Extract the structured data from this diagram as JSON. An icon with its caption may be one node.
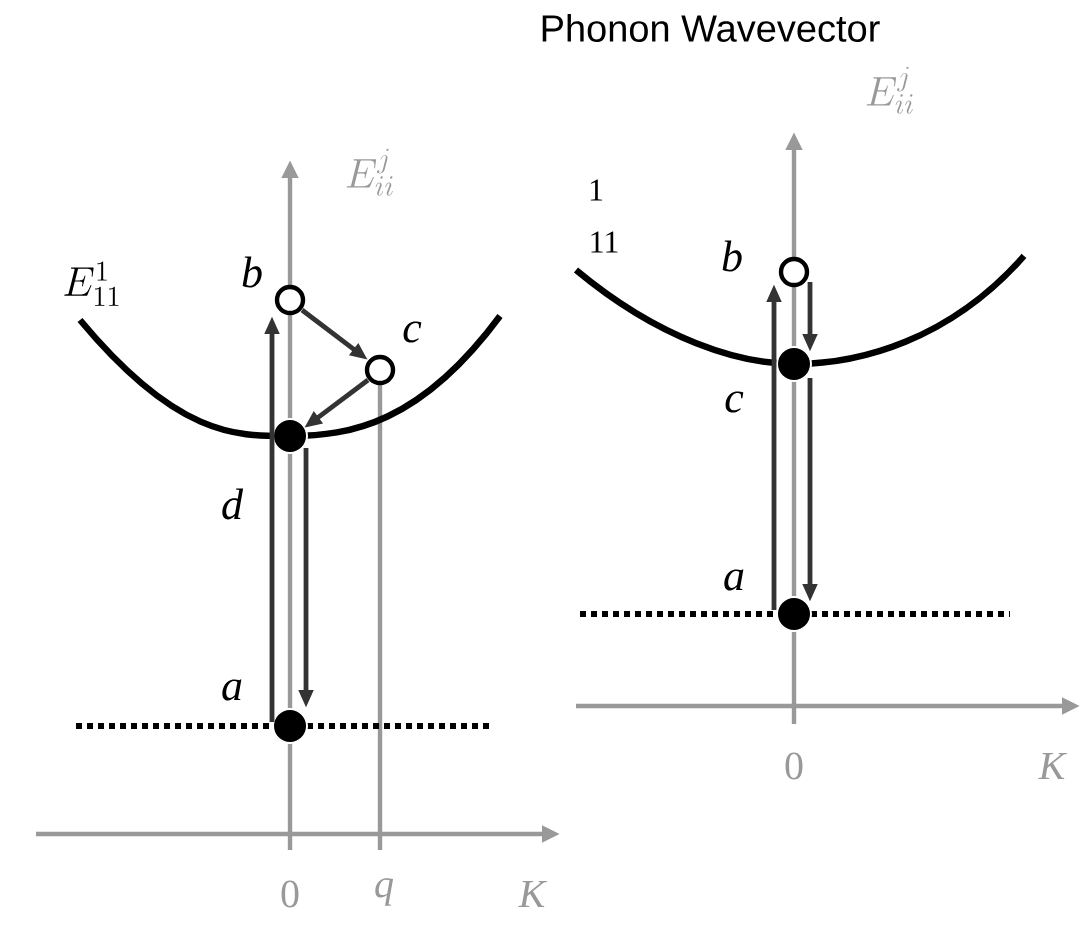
{
  "diagram": {
    "title": "Phonon Wavevector",
    "nodes": [
      {
        "text": [],
        "shape": "circle",
        "beside": [
          "b"
        ]
      },
      {
        "text": [],
        "shape": "circle",
        "beside": [
          "c"
        ]
      },
      {
        "text": [],
        "shape": "dot",
        "beside": [
          "d"
        ]
      },
      {
        "text": [],
        "shape": "dot",
        "beside": [
          "a"
        ]
      },
      {
        "text": [],
        "shape": "circle",
        "beside": [
          "b"
        ]
      },
      {
        "text": [],
        "shape": "dot",
        "beside": [
          "c"
        ]
      },
      {
        "text": [],
        "shape": "dot",
        "beside": [
          "a"
        ]
      }
    ],
    "edges": [
      {
        "from": 3,
        "to": 0,
        "arrow": "to"
      },
      {
        "from": 0,
        "to": 1,
        "arrow": "to"
      },
      {
        "from": 1,
        "to": 2,
        "arrow": "to"
      },
      {
        "from": 2,
        "to": 3,
        "arrow": "to"
      },
      {
        "from": 6,
        "to": 4,
        "arrow": "to"
      },
      {
        "from": 4,
        "to": 5,
        "arrow": "to"
      },
      {
        "from": 5,
        "to": 6,
        "arrow": "to"
      }
    ],
    "labels": [
      "E_{ii}^{j}",
      "E_{ii}^{j}",
      "1",
      "11",
      "E_{11}^{1}",
      "0",
      "K",
      "0",
      "q",
      "K"
    ]
  }
}
